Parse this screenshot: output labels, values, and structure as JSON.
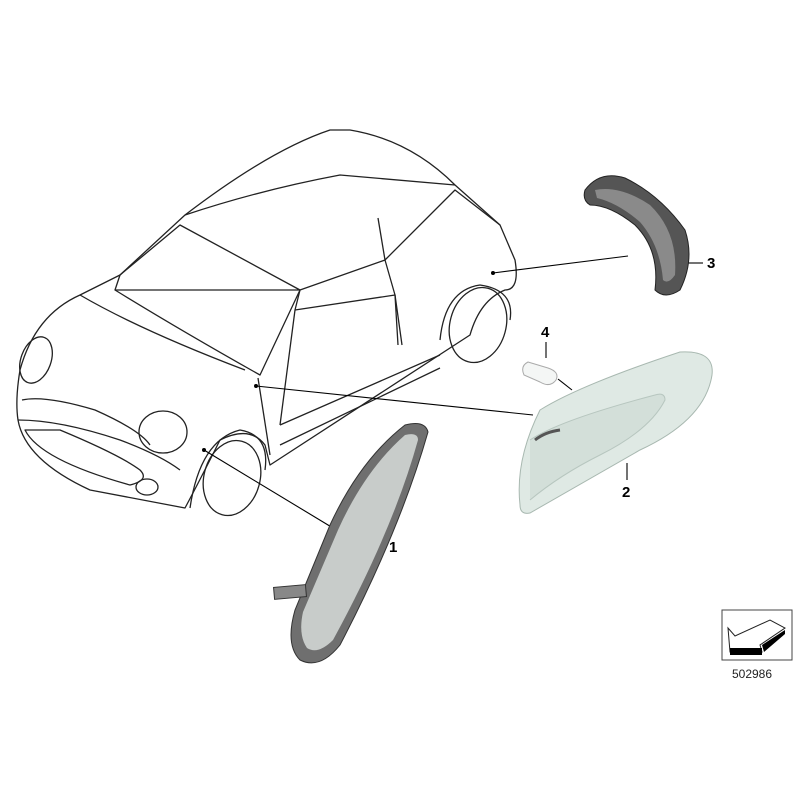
{
  "callouts": [
    {
      "number": "1",
      "part": "side-repeater-long"
    },
    {
      "number": "2",
      "part": "side-indicator-lens"
    },
    {
      "number": "3",
      "part": "rear-side-marker"
    },
    {
      "number": "4",
      "part": "bulb"
    }
  ],
  "reference_number": "502986",
  "colors": {
    "line": "#000000",
    "part_gray": "#8a8a8a",
    "lens": "#dfe9e4"
  }
}
